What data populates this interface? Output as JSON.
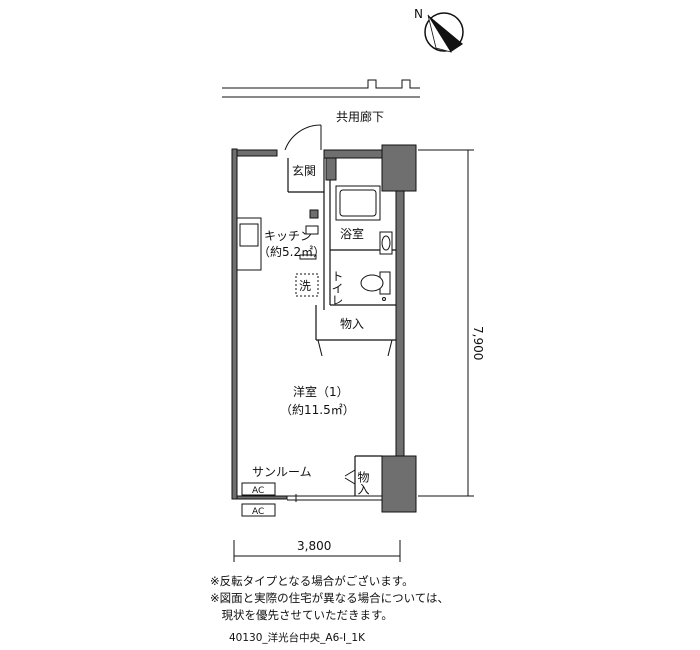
{
  "floor_plan": {
    "corridor_label": "共用廊下",
    "rooms": {
      "entrance": "玄関",
      "kitchen": "キッチン",
      "kitchen_area": "（約5.2㎡）",
      "bath": "浴室",
      "toilet": "トイレ",
      "washer": "洗",
      "storage_top": "物入",
      "western_room": "洋室（1）",
      "western_room_area": "（約11.5㎡）",
      "sunroom": "サンルーム",
      "storage_bottom": "物入",
      "ac_upper": "AC",
      "ac_lower": "AC"
    },
    "dimensions": {
      "width": "3,800",
      "depth": "7,900"
    }
  },
  "notes": [
    "※反転タイプとなる場合がございます。",
    "※図面と実際の住宅が異なる場合については、",
    "　現状を優先させていただきます。"
  ],
  "plan_code": "40130_洋光台中央_A6-I_1K"
}
